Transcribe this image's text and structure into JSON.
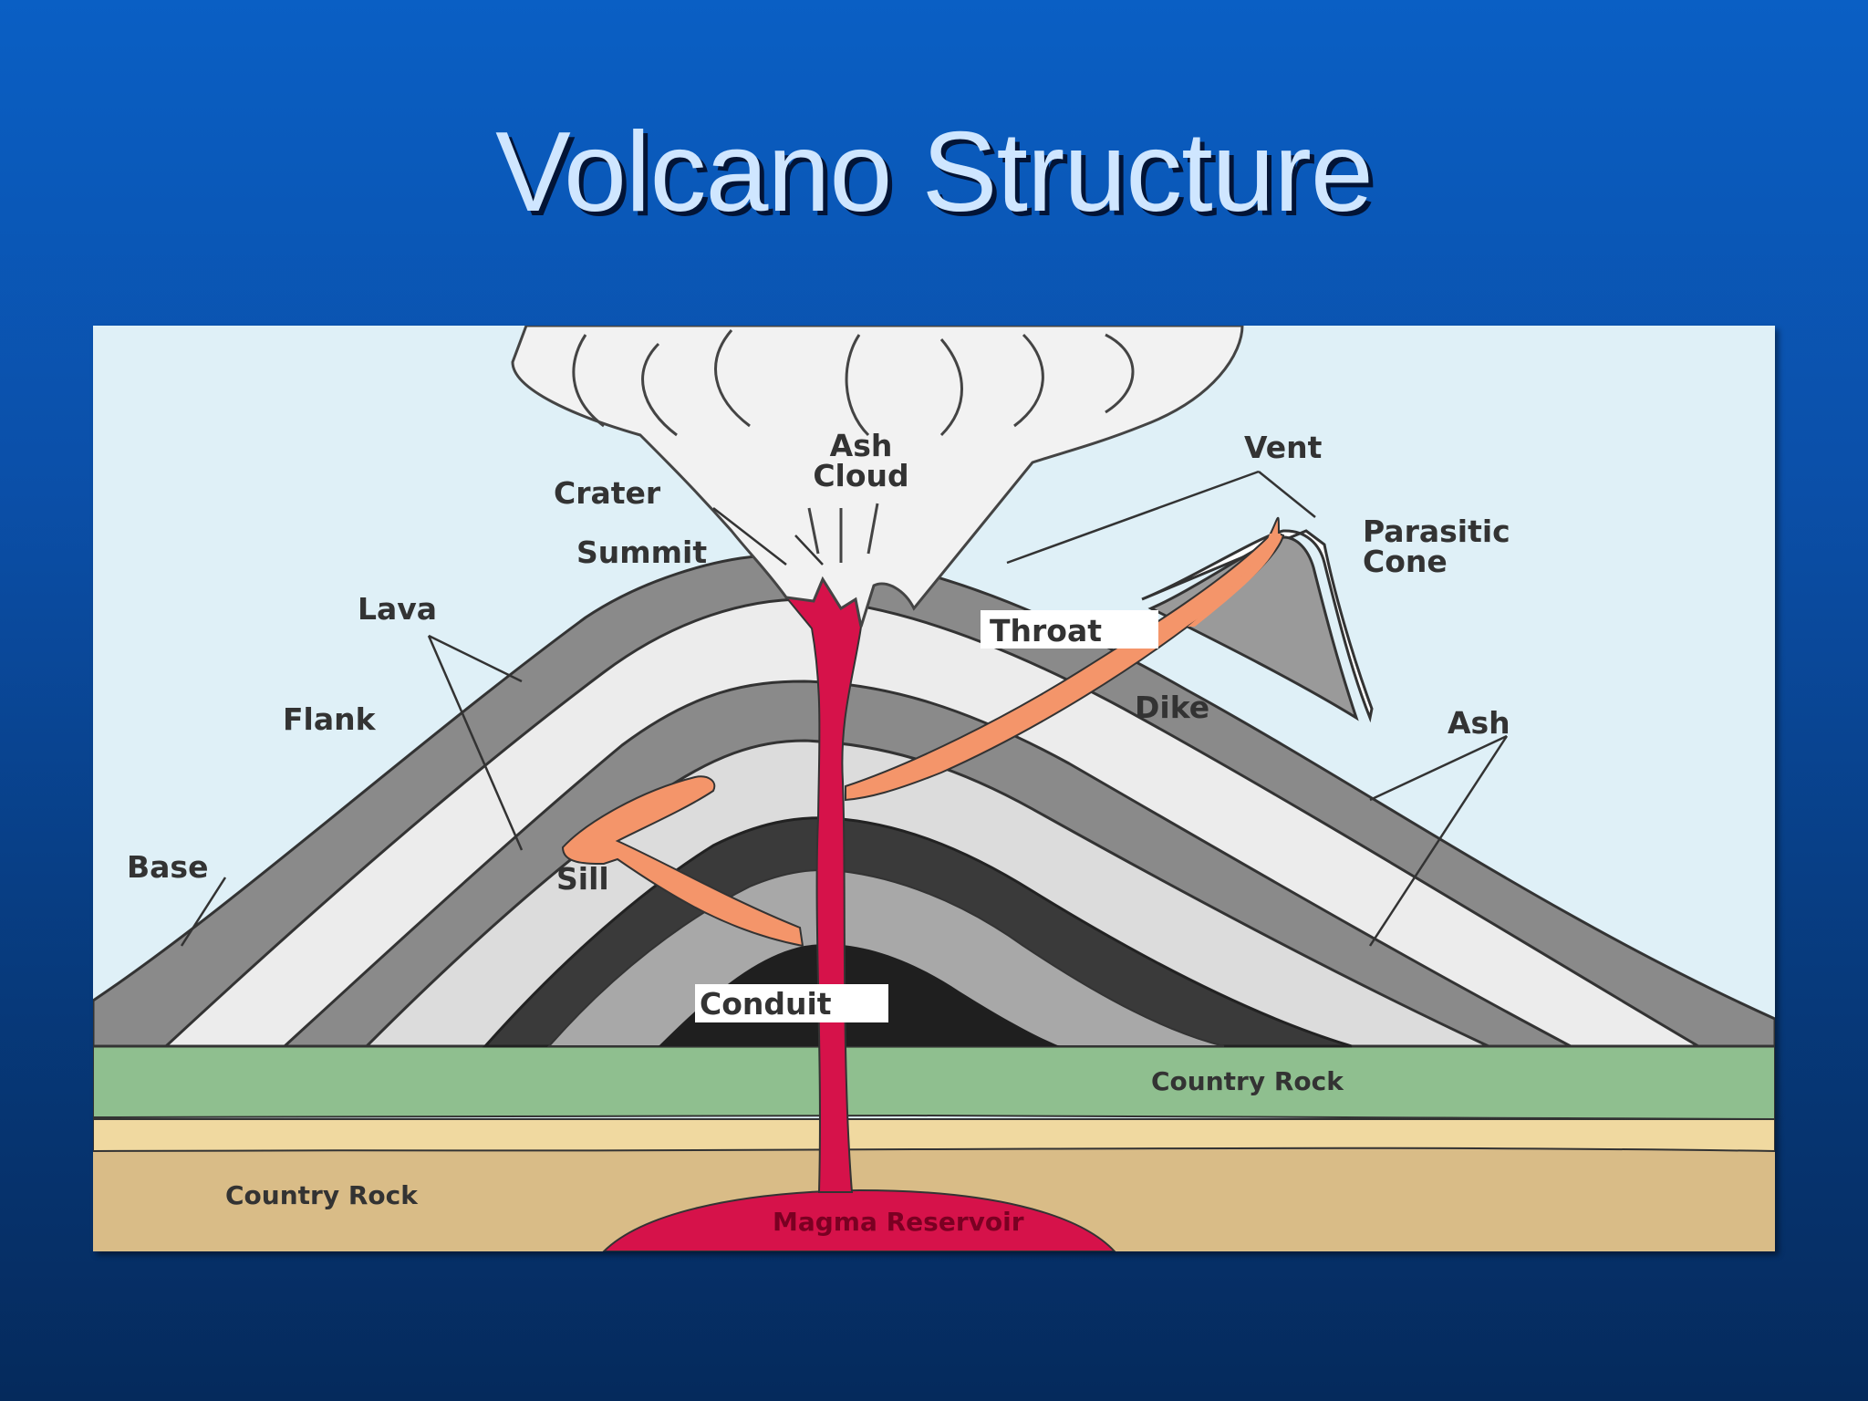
{
  "slide": {
    "title": "Volcano Structure"
  },
  "diagram": {
    "labels": {
      "ash_cloud_1": "Ash",
      "ash_cloud_2": "Cloud",
      "vent": "Vent",
      "crater": "Crater",
      "summit": "Summit",
      "parasitic_1": "Parasitic",
      "parasitic_2": "Cone",
      "lava": "Lava",
      "throat": "Throat",
      "flank": "Flank",
      "dike": "Dike",
      "ash": "Ash",
      "base": "Base",
      "sill": "Sill",
      "conduit": "Conduit",
      "country_rock_right": "Country Rock",
      "country_rock_left": "Country Rock",
      "magma_reservoir": "Magma Reservoir"
    },
    "colors": {
      "sky": "#dff0f7",
      "magma": "#d6124a",
      "sill_dike": "#f4956a",
      "green_layer": "#8fbf8f",
      "sand_layer": "#f0d9a0",
      "tan_layer": "#d9bc87",
      "dark_gray": "#8a8a8a",
      "light_gray": "#e6e6e6"
    }
  }
}
